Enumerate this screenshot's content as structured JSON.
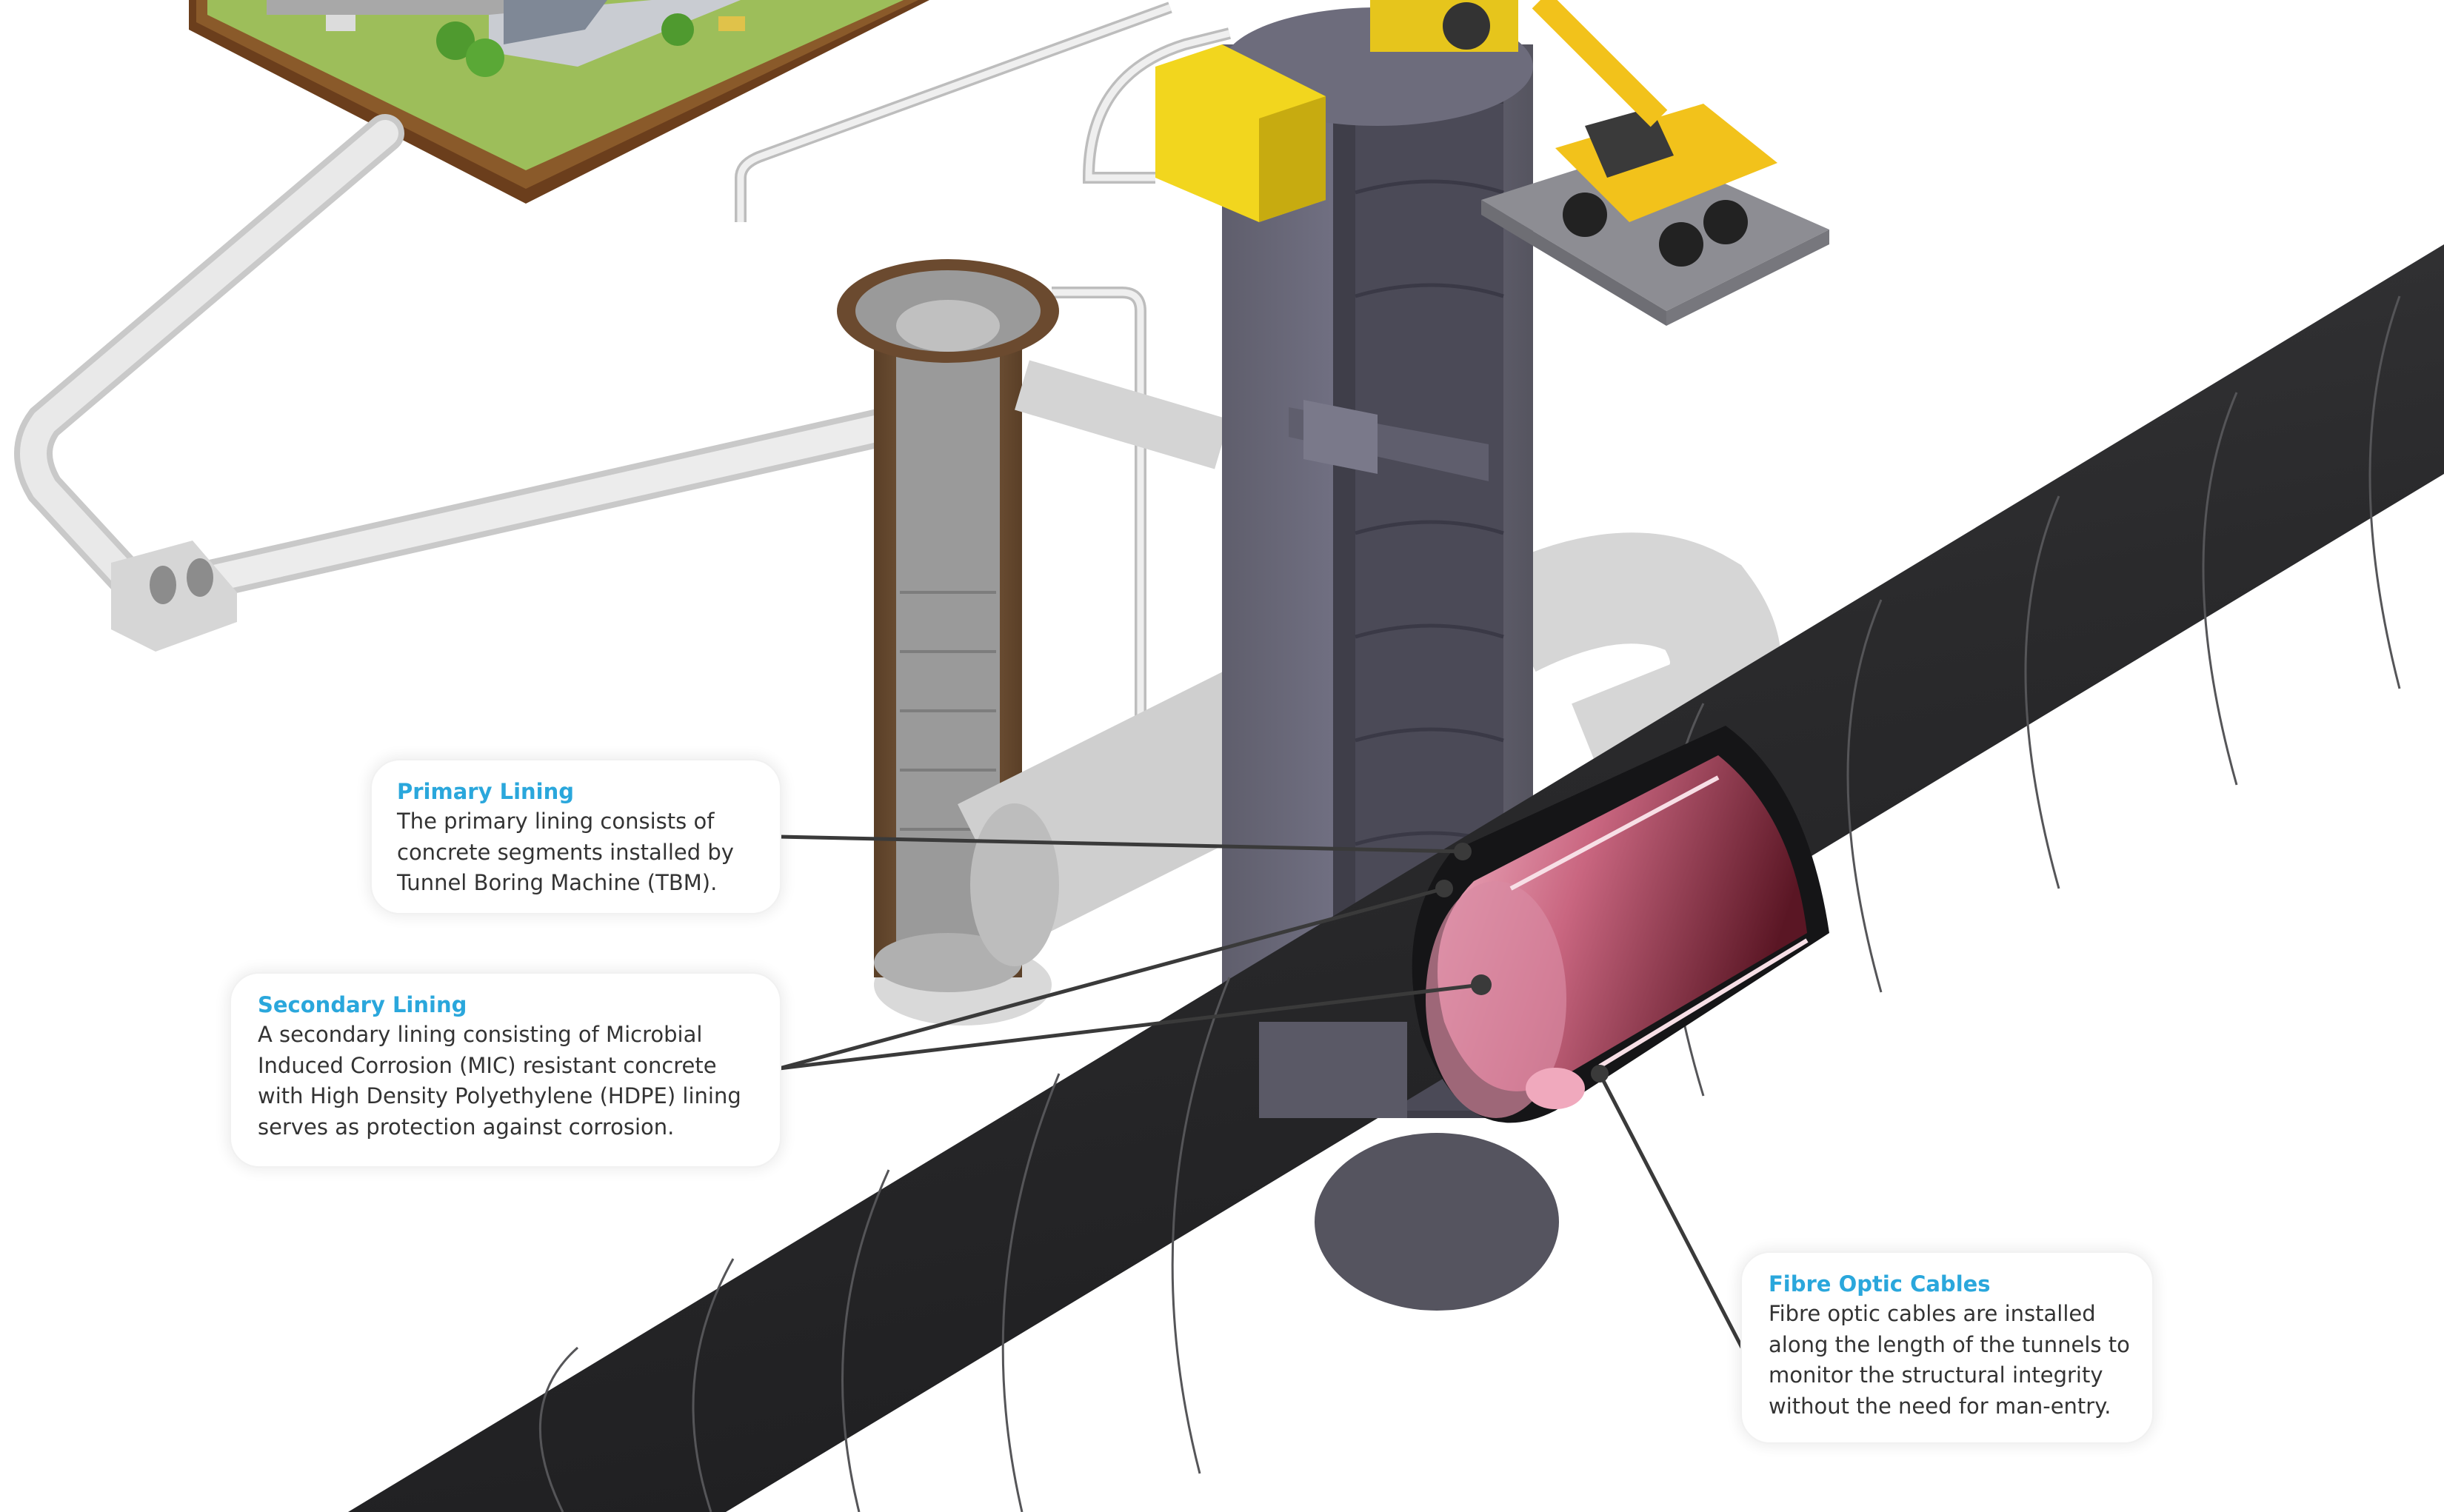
{
  "callouts": {
    "primary": {
      "title": "Primary Lining",
      "body": "The primary lining consists of\nconcrete segments installed by\nTunnel Boring Machine (TBM)."
    },
    "secondary": {
      "title": "Secondary Lining",
      "body": "A secondary lining consisting of Microbial\nInduced Corrosion (MIC) resistant concrete\nwith High Density Polyethylene (HDPE) lining\nserves as protection against corrosion."
    },
    "fibre": {
      "title": "Fibre Optic Cables",
      "body": "Fibre optic cables are installed\nalong the length of the tunnels to\nmonitor the structural integrity\nwithout the need for man-entry."
    }
  },
  "colors": {
    "accent": "#2aa7dc",
    "tunnel": "#2f2f31",
    "shaft": "#6b6a78",
    "lining": "#c9657e",
    "crane": "#f2c21b",
    "brown_shaft": "#7a5a3c",
    "pipe": "#d9d9d9"
  }
}
